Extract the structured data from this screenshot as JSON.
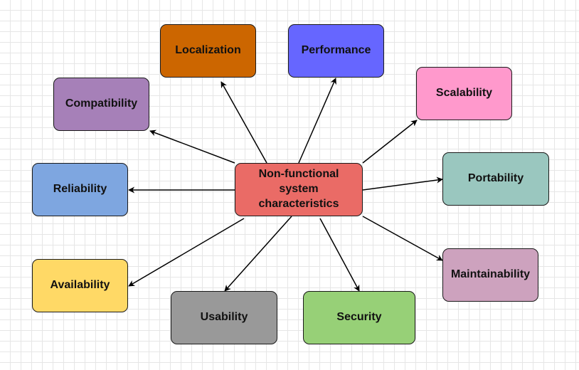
{
  "diagram": {
    "center": {
      "label": "Non-functional system characteristics",
      "color": "#ea6b66"
    },
    "nodes": [
      {
        "id": "localization",
        "label": "Localization",
        "color": "#cc6600"
      },
      {
        "id": "performance",
        "label": "Performance",
        "color": "#6666ff"
      },
      {
        "id": "scalability",
        "label": "Scalability",
        "color": "#ff99cc"
      },
      {
        "id": "compatibility",
        "label": "Compatibility",
        "color": "#a680b8"
      },
      {
        "id": "portability",
        "label": "Portability",
        "color": "#9ac7bf"
      },
      {
        "id": "reliability",
        "label": "Reliability",
        "color": "#7ea6e0"
      },
      {
        "id": "maintainability",
        "label": "Maintainability",
        "color": "#cda2be"
      },
      {
        "id": "availability",
        "label": "Availability",
        "color": "#ffd966"
      },
      {
        "id": "usability",
        "label": "Usability",
        "color": "#999999"
      },
      {
        "id": "security",
        "label": "Security",
        "color": "#97d077"
      }
    ],
    "edge_color": "#000000",
    "background_grid": true
  }
}
